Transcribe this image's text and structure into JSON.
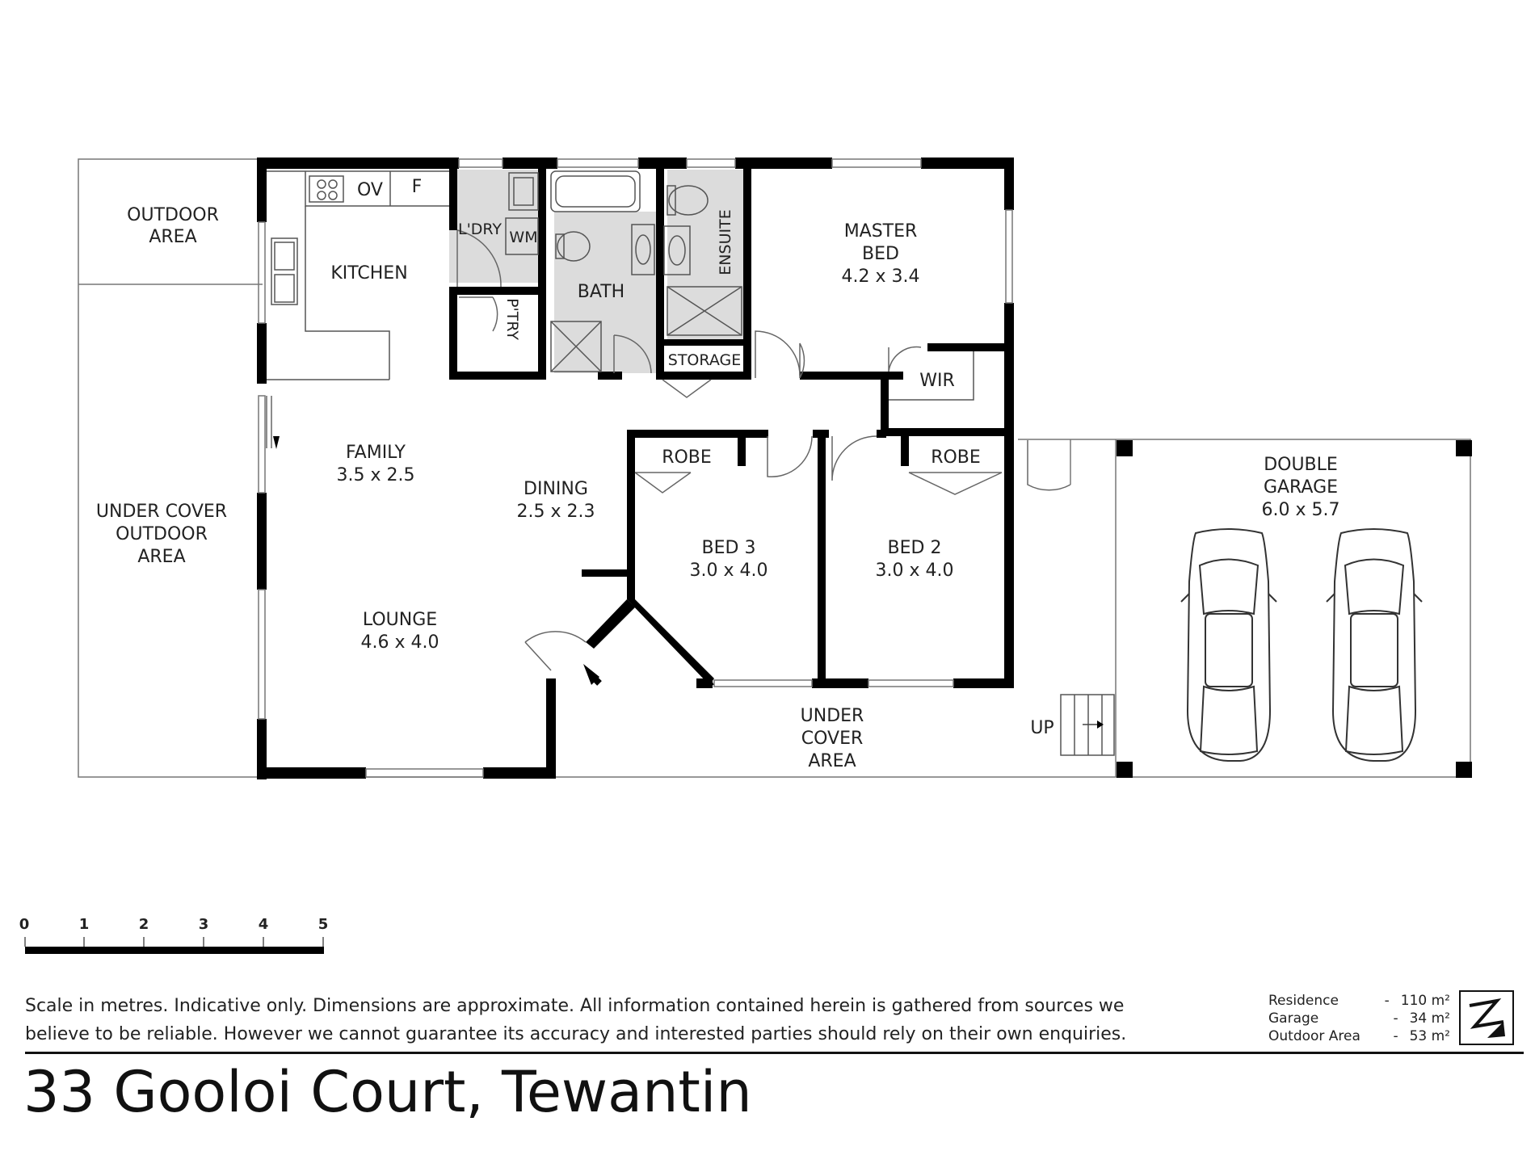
{
  "rooms": {
    "outdoor_area": [
      "OUTDOOR",
      "AREA"
    ],
    "kitchen": "KITCHEN",
    "oven": "OV",
    "fridge": "F",
    "laundry": "L'DRY",
    "washing_machine": "WM",
    "pantry": "P'TRY",
    "bath": "BATH",
    "ensuite": "ENSUITE",
    "storage": "STORAGE",
    "master_bed": [
      "MASTER",
      "BED",
      "4.2 x 3.4"
    ],
    "wir": "WIR",
    "family": [
      "FAMILY",
      "3.5 x 2.5"
    ],
    "dining": [
      "DINING",
      "2.5 x 2.3"
    ],
    "robe_left": "ROBE",
    "robe_right": "ROBE",
    "bed3": [
      "BED 3",
      "3.0 x 4.0"
    ],
    "bed2": [
      "BED 2",
      "3.0 x 4.0"
    ],
    "under_cover_outdoor": [
      "UNDER COVER",
      "OUTDOOR",
      "AREA"
    ],
    "lounge": [
      "LOUNGE",
      "4.6 x 4.0"
    ],
    "under_cover_area": [
      "UNDER",
      "COVER",
      "AREA"
    ],
    "double_garage": [
      "DOUBLE",
      "GARAGE",
      "6.0 x 5.7"
    ],
    "up": "UP"
  },
  "scale": {
    "ticks": [
      "0",
      "1",
      "2",
      "3",
      "4",
      "5"
    ]
  },
  "disclaimer": {
    "line1": "Scale in metres. Indicative only. Dimensions are approximate.  All information contained herein is gathered from sources we",
    "line2": "believe to be reliable. However we cannot guarantee its accuracy and interested parties should rely on their own enquiries."
  },
  "areas": [
    {
      "label": "Residence",
      "value": "110 m²"
    },
    {
      "label": "Garage",
      "value": "34 m²"
    },
    {
      "label": "Outdoor Area",
      "value": "53 m²"
    }
  ],
  "compass_icon": "north-arrow-icon",
  "address": "33 Gooloi Court, Tewantin"
}
